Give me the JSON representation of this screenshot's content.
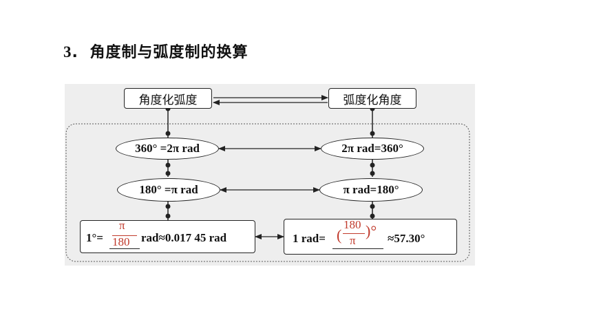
{
  "heading": {
    "number": "3",
    "separator": ".",
    "title": "角度制与弧度制的换算"
  },
  "boxes": {
    "deg_to_rad": "角度化弧度",
    "rad_to_deg": "弧度化角度"
  },
  "ellipses": {
    "left_1": "360° =2π rad",
    "right_1": "2π rad=360°",
    "left_2": "180° =π rad",
    "right_2": "π rad=180°"
  },
  "left_formula": {
    "prefix": "1°=",
    "fill_numerator": "π",
    "fill_denominator": "180",
    "suffix": "rad≈0.017 45 rad"
  },
  "right_formula": {
    "prefix": "1 rad=",
    "fill_open": "(",
    "fill_numerator": "180",
    "fill_denominator": "π",
    "fill_close": ")°",
    "suffix": "≈57.30°"
  }
}
